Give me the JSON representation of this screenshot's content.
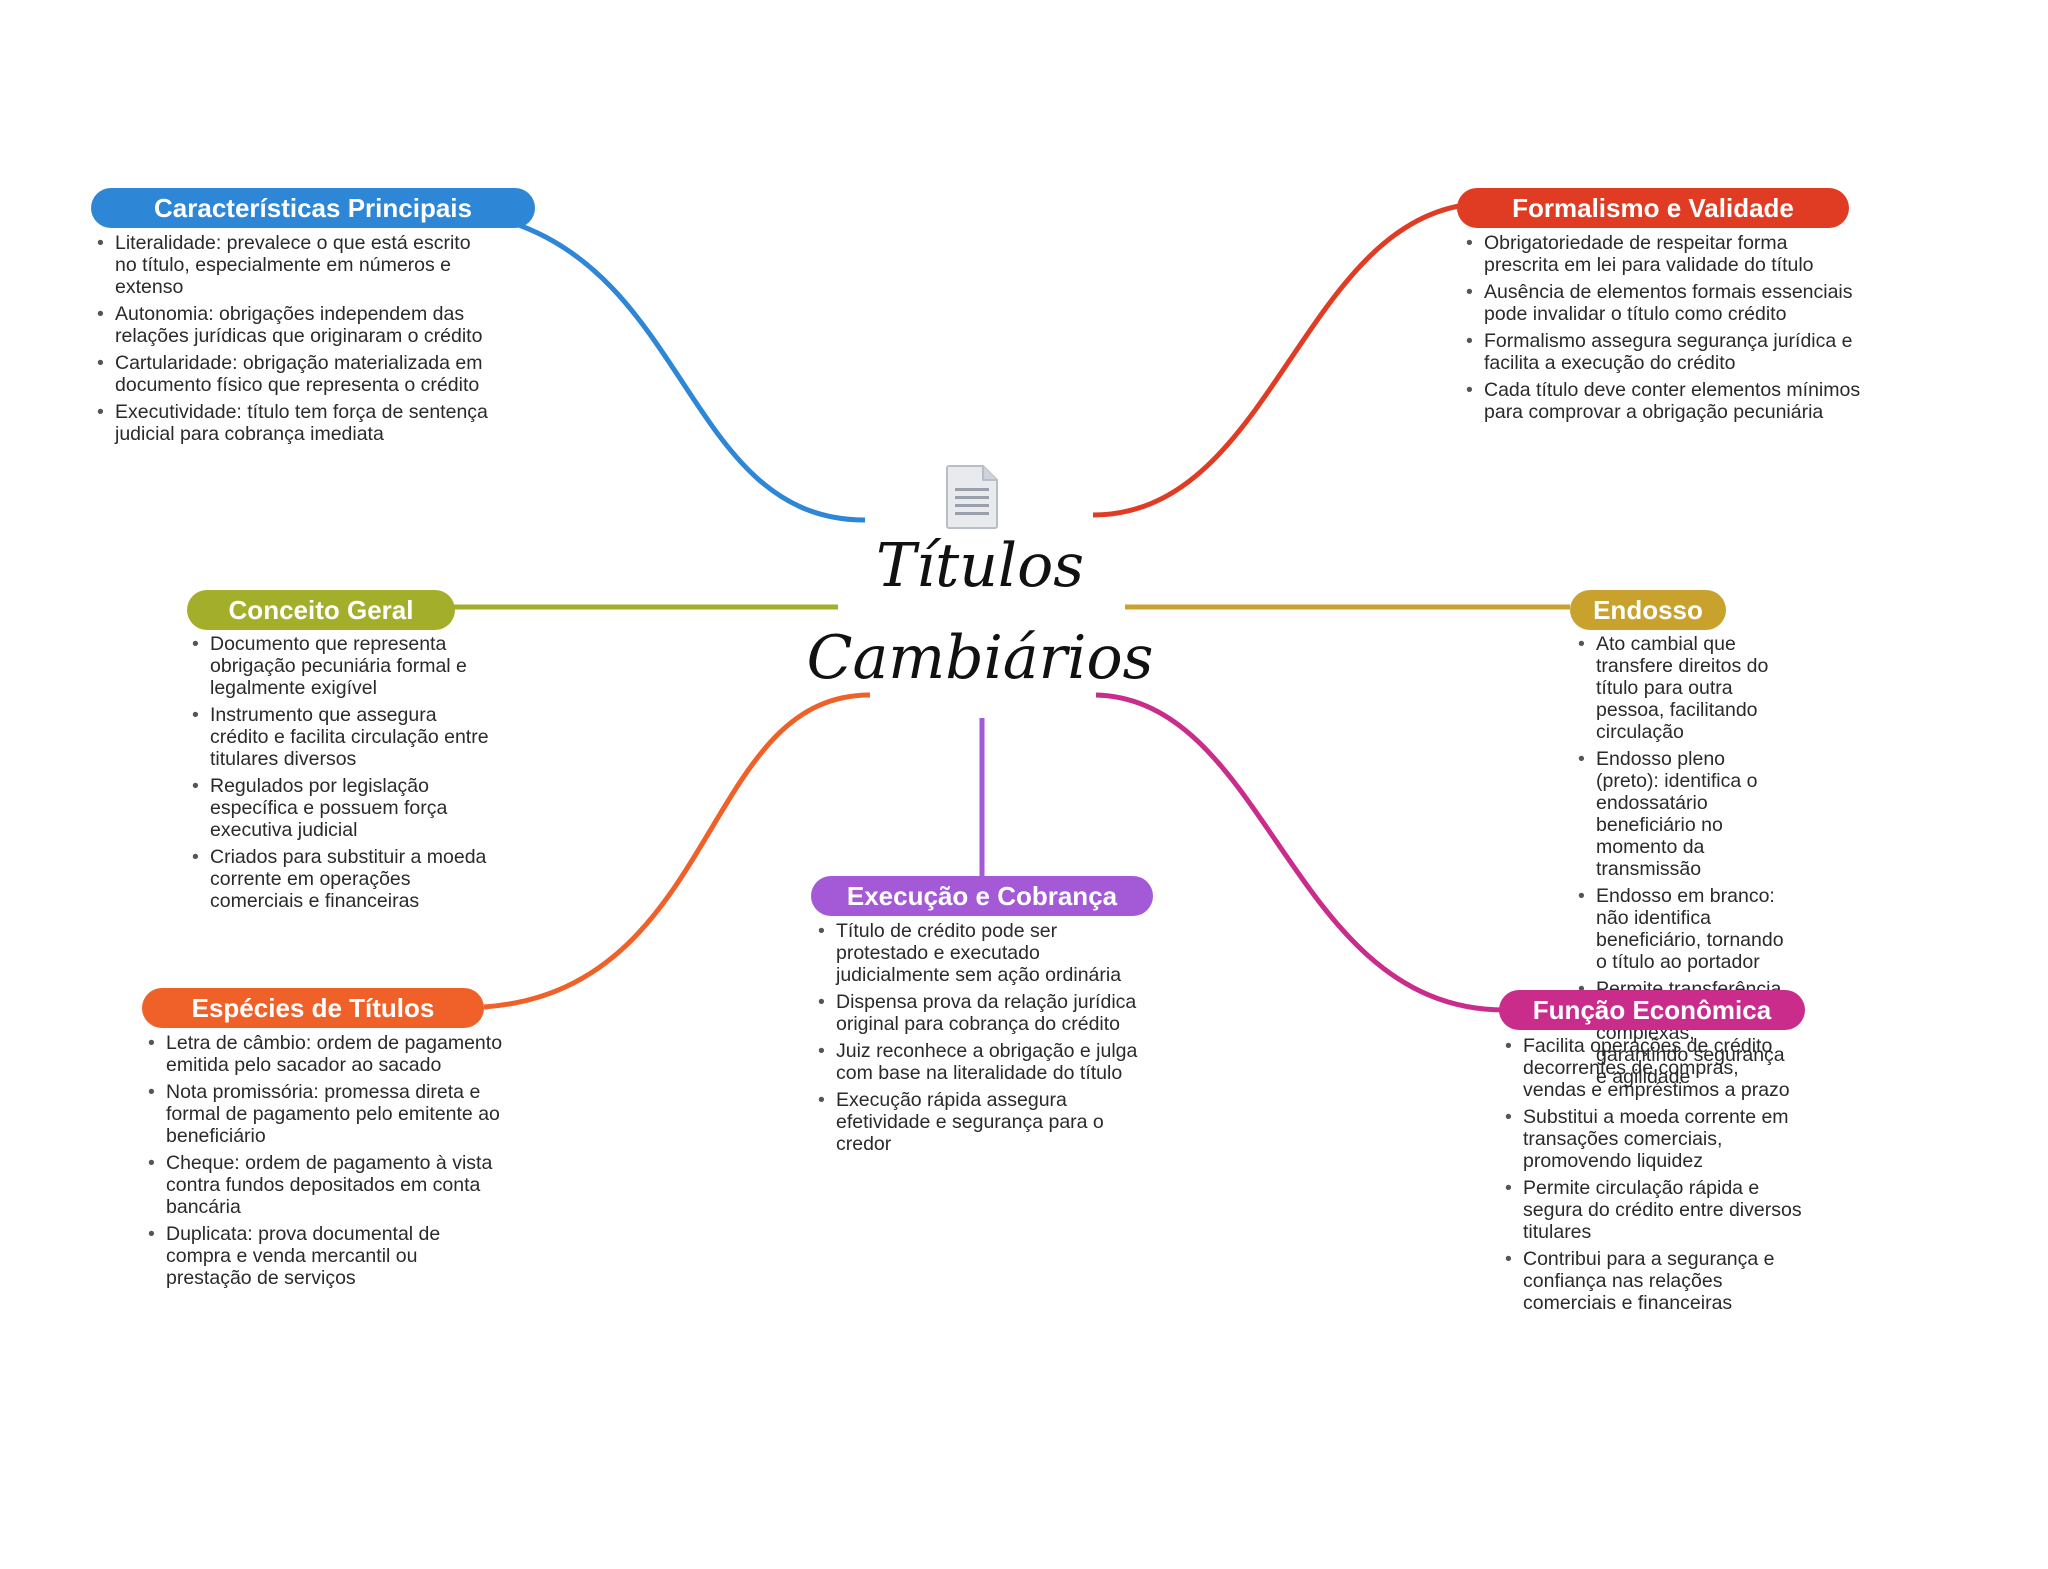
{
  "center": {
    "title_line1": "Títulos",
    "title_line2": "Cambiários",
    "icon": "document-icon"
  },
  "branches": {
    "caracteristicas": {
      "title": "Características Principais",
      "color": "#2e86d6",
      "items": [
        "Literalidade: prevalece o que está escrito no título, especialmente em números e extenso",
        "Autonomia: obrigações independem das relações jurídicas que originaram o crédito",
        "Cartularidade: obrigação materializada em documento físico que representa o crédito",
        "Executividade: título tem força de sentença judicial para cobrança imediata"
      ]
    },
    "formalismo": {
      "title": "Formalismo e Validade",
      "color": "#e03c24",
      "items": [
        "Obrigatoriedade de respeitar forma prescrita em lei para validade do título",
        "Ausência de elementos formais essenciais pode invalidar o título como crédito",
        "Formalismo assegura segurança jurídica e facilita a execução do crédito",
        "Cada título deve conter elementos mínimos para comprovar a obrigação pecuniária"
      ]
    },
    "conceito": {
      "title": "Conceito Geral",
      "color": "#a3ae2a",
      "items": [
        "Documento que representa obrigação pecuniária formal e legalmente exigível",
        "Instrumento que assegura crédito e facilita circulação entre titulares diversos",
        "Regulados por legislação específica e possuem força executiva judicial",
        "Criados para substituir a moeda corrente em operações comerciais e financeiras"
      ]
    },
    "endosso": {
      "title": "Endosso",
      "color": "#c9a22e",
      "items": [
        "Ato cambial que transfere direitos do título para outra pessoa, facilitando circulação",
        "Endosso pleno (preto): identifica o endossatário beneficiário no momento da transmissão",
        "Endosso em branco: não identifica beneficiário, tornando o título ao portador",
        "Permite transferência sem formalidades complexas, garantindo segurança e agilidade"
      ]
    },
    "especies": {
      "title": "Espécies de Títulos",
      "color": "#f0612a",
      "items": [
        "Letra de câmbio: ordem de pagamento emitida pelo sacador ao sacado",
        "Nota promissória: promessa direta e formal de pagamento pelo emitente ao beneficiário",
        "Cheque: ordem de pagamento à vista contra fundos depositados em conta bancária",
        "Duplicata: prova documental de compra e venda mercantil ou prestação de serviços"
      ]
    },
    "execucao": {
      "title": "Execução e Cobrança",
      "color": "#a45ad6",
      "items": [
        "Título de crédito pode ser protestado e executado judicialmente sem ação ordinária",
        "Dispensa prova da relação jurídica original para cobrança do crédito",
        "Juiz reconhece a obrigação e julga com base na literalidade do título",
        "Execução rápida assegura efetividade e segurança para o credor"
      ]
    },
    "funcao": {
      "title": "Função Econômica",
      "color": "#c92c8a",
      "items": [
        "Facilita operações de crédito decorrentes de compras, vendas e empréstimos a prazo",
        "Substitui a moeda corrente em transações comerciais, promovendo liquidez",
        "Permite circulação rápida e segura do crédito entre diversos titulares",
        "Contribui para a segurança e confiança nas relações comerciais e financeiras"
      ]
    }
  }
}
